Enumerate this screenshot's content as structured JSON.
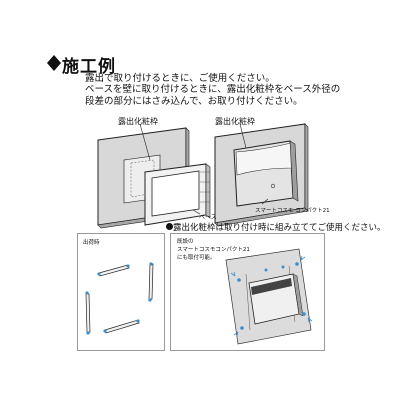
{
  "heading": {
    "title": "施工例",
    "intro_line1": "露出で取り付けるときに、ご使用ください。",
    "intro_line2": "ベースを壁に取り付けるときに、露出化粧枠をベース外径の",
    "intro_line3": "段差の部分にはさみ込んで、お取り付けください。"
  },
  "labels": {
    "left_frame": "露出化粧枠",
    "right_frame": "露出化粧枠",
    "base": "ベース",
    "smart_cosmo": "スマートコスモ コンパクト21",
    "assembled_note": "露出化粧枠は取り付け時に組み立ててご使用ください。",
    "shipping_state": "出荷時",
    "existing_line1": "既設の",
    "existing_line2": "スマートコスモコンパクト21",
    "existing_line3": "にも取付可能。"
  },
  "colors": {
    "ink": "#111111",
    "wall_gray": "#d8d8d8",
    "wall_dark": "#a8a8a8",
    "frame_light": "#f2f2f2",
    "arrow_blue": "#3a8fd0"
  }
}
